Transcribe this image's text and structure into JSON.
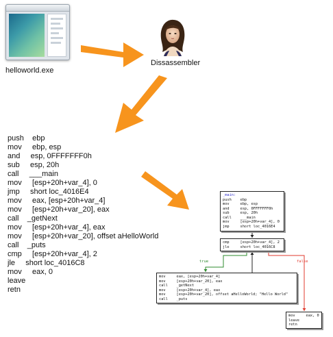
{
  "exe": {
    "label": "helloworld.exe"
  },
  "disassembler": {
    "label": "Dissassembler"
  },
  "asm_listing": [
    "push    ebp",
    "mov     ebp, esp",
    "and     esp, 0FFFFFFF0h",
    "sub     esp, 20h",
    "call     ___main",
    "mov     [esp+20h+var_4], 0",
    "jmp     short loc_4016E4",
    "mov     eax, [esp+20h+var_4]",
    "mov     [esp+20h+var_20], eax",
    "call    _getNext",
    "mov     [esp+20h+var_4], eax",
    "mov     [esp+20h+var_20], offset aHelloWorld",
    "call    _puts",
    "cmp     [esp+20h+var_4], 2",
    "jle     short loc_4016C8",
    "mov     eax, 0",
    "leave",
    "retn"
  ],
  "graph": {
    "main_block": {
      "label": "_main:",
      "lines": [
        "push    ebp",
        "mov     ebp, esp",
        "and     esp, 0FFFFFFF0h",
        "sub     esp, 20h",
        "call    ___main",
        "mov     [esp+20h+var_4], 0",
        "jmp     short loc_4016E4"
      ]
    },
    "cmp_block": {
      "lines": [
        "cmp     [esp+20h+var_4], 2",
        "jle     short loc_4016C8"
      ]
    },
    "loop_block": {
      "lines": [
        "mov     eax, [esp+20h+var_4]",
        "mov     [esp+20h+var_20], eax",
        "call    _getNext",
        "mov     [esp+20h+var_4], eax",
        "mov     [esp+20h+var_20], offset aHelloWorld; \"Hello World\"",
        "call    _puts"
      ]
    },
    "exit_block": {
      "lines": [
        "mov     eax, 0",
        "leave",
        "retn"
      ]
    },
    "true_label": "true",
    "false_label": "false"
  },
  "colors": {
    "arrow": "#f7941d",
    "true_edge": "#2e8b2e",
    "false_edge": "#e03a2e",
    "edge": "#222222"
  }
}
